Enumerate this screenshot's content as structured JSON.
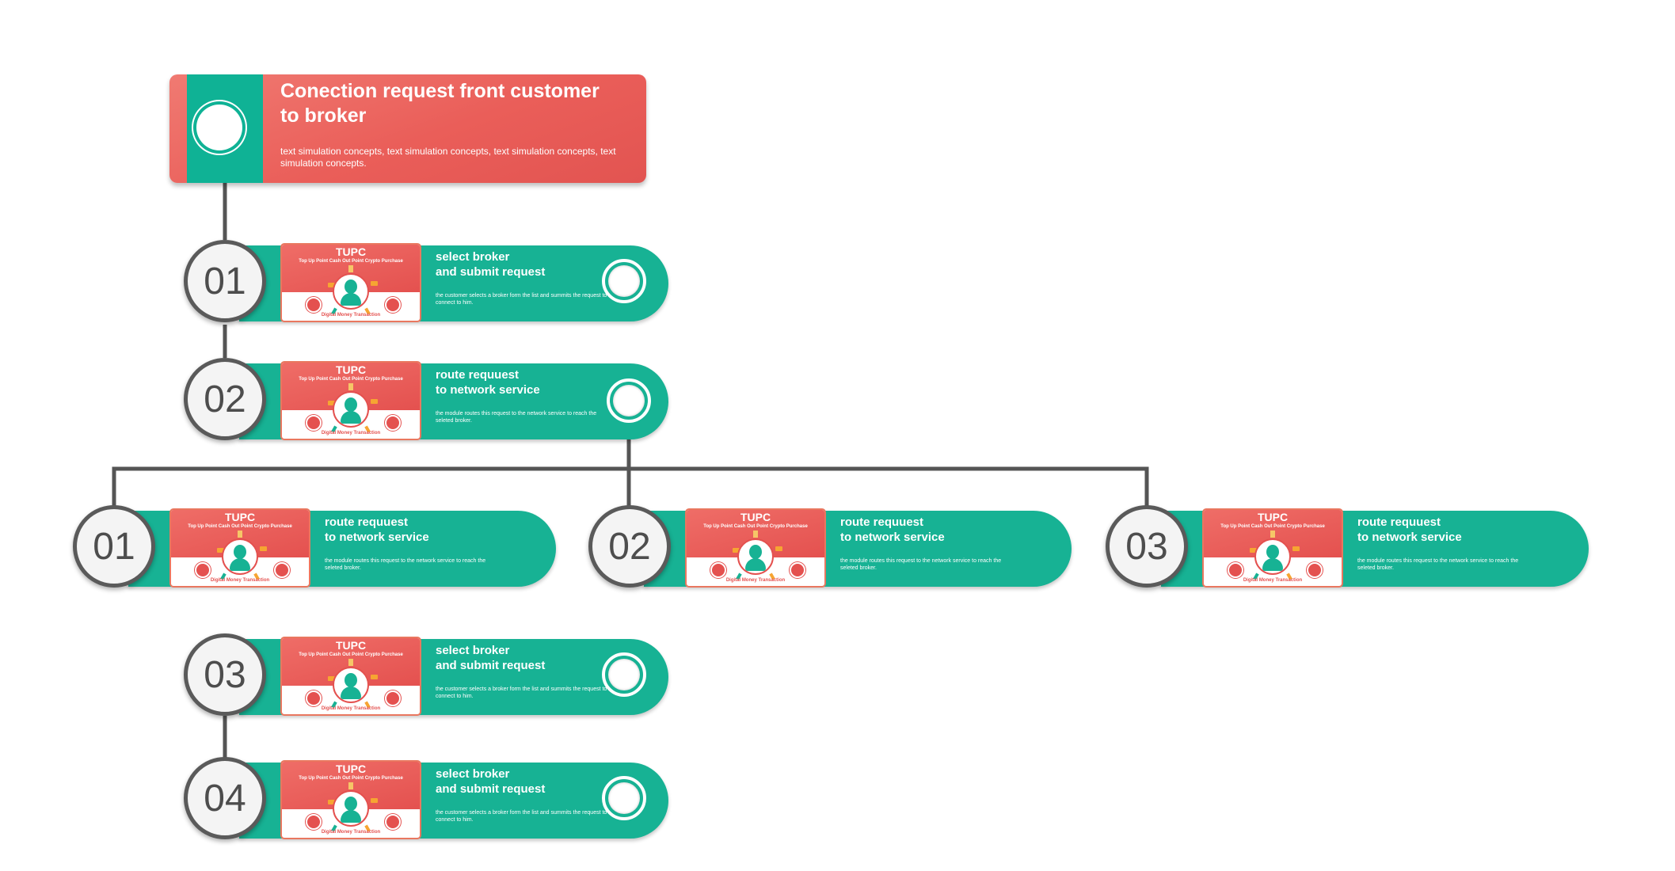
{
  "header": {
    "title": "Conection request front customer to broker",
    "description": "text simulation concepts, text simulation concepts, text simulation concepts, text simulation concepts."
  },
  "thumbnail": {
    "title": "TUPC",
    "subtitle": "Top Up Point Cash Out Point Crypto Purchase",
    "footer": "Digital Money Transaction"
  },
  "steps": [
    {
      "number": "01",
      "title": "select broker\nand submit request",
      "desc": "the customer selects a broker form the list and summits the request to connect to him."
    },
    {
      "number": "02",
      "title": "route requuest\nto network service",
      "desc": "the module routes this request to the network service to reach the seleted broker."
    },
    {
      "number": "01",
      "title": "route requuest\nto network service",
      "desc": "the module routes this request to the network service to reach the seleted broker."
    },
    {
      "number": "02",
      "title": "route requuest\nto network service",
      "desc": "the module routes this request to the network service to reach the seleted broker."
    },
    {
      "number": "03",
      "title": "route requuest\nto network service",
      "desc": "the module routes this request to the network service to reach the seleted broker."
    },
    {
      "number": "03",
      "title": "select broker\nand submit request",
      "desc": "the customer selects a broker form the list and summits the request to connect to him."
    },
    {
      "number": "04",
      "title": "select broker\nand submit request",
      "desc": "the customer selects a broker form the list and summits the request to connect to him."
    }
  ],
  "colors": {
    "teal": "#17b294",
    "coral": "#e4514f",
    "line": "#5a5a5a"
  }
}
